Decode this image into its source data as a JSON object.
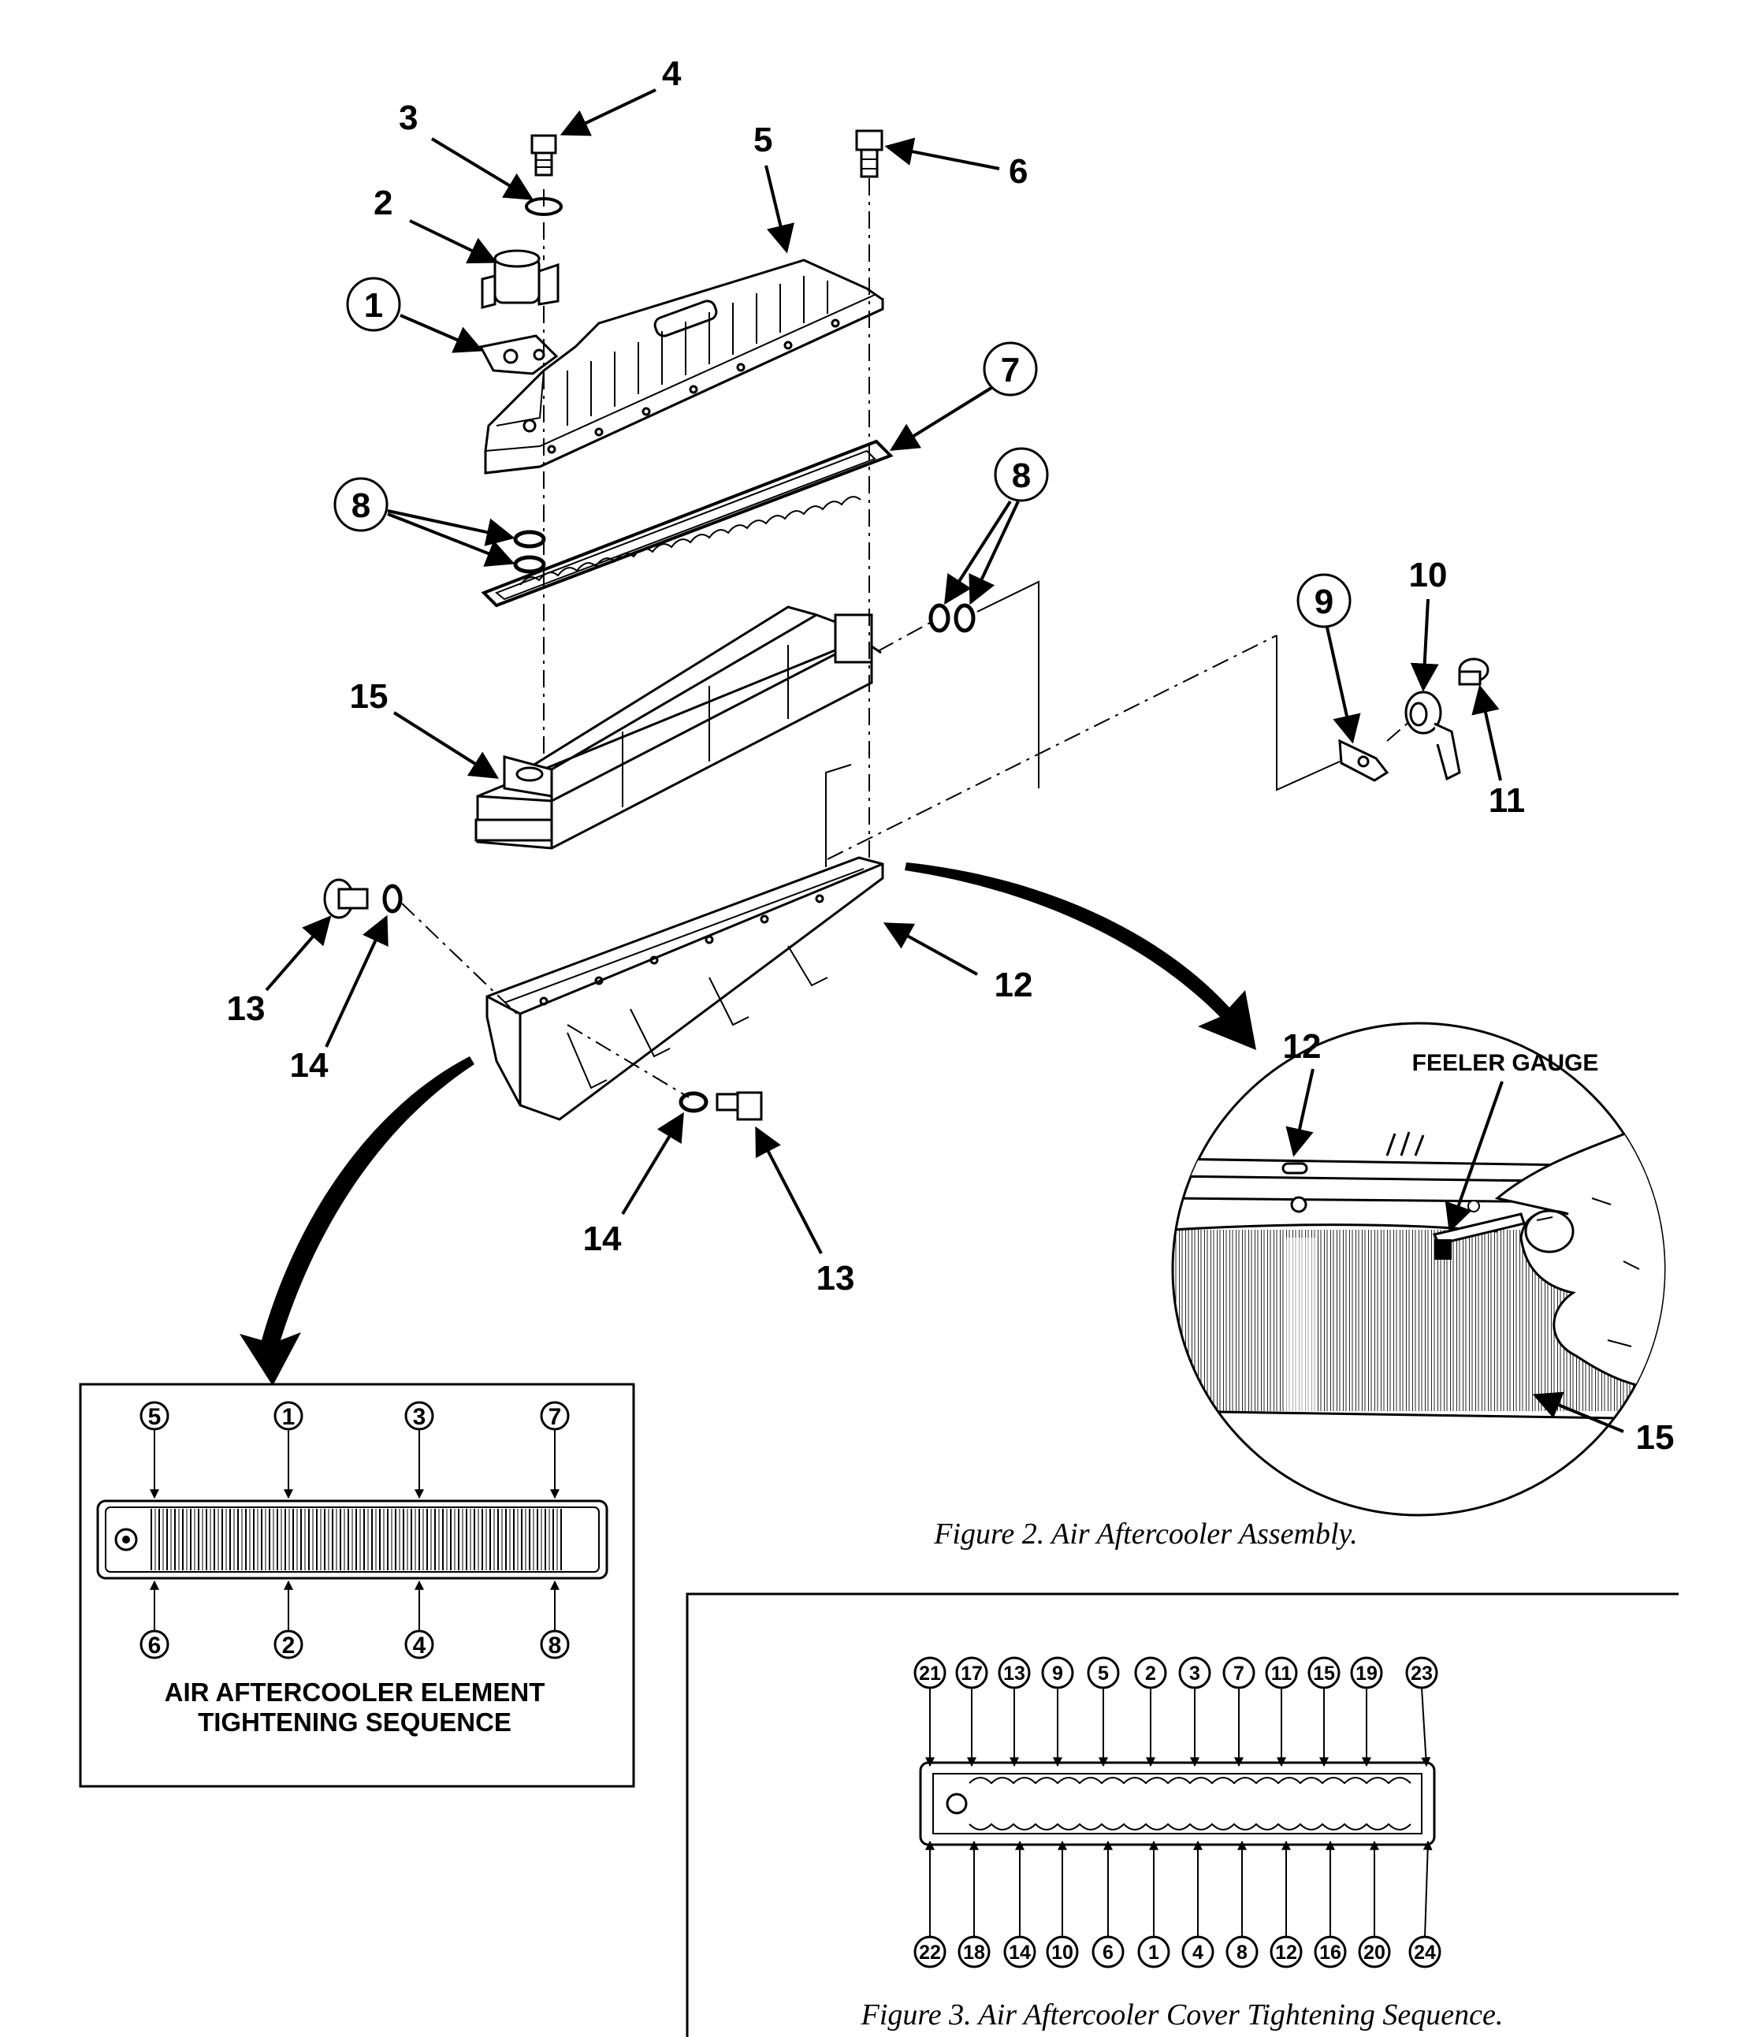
{
  "callouts": {
    "c1": "1",
    "c2": "2",
    "c3": "3",
    "c4": "4",
    "c5": "5",
    "c6": "6",
    "c7": "7",
    "c8a": "8",
    "c8b": "8",
    "c9": "9",
    "c10": "10",
    "c11": "11",
    "c12a": "12",
    "c13a": "13",
    "c13b": "13",
    "c14a": "14",
    "c14b": "14",
    "c15": "15"
  },
  "detail": {
    "part_label": "12",
    "gauge_label": "FEELER GAUGE",
    "element_label": "15"
  },
  "element_sequence": {
    "top": [
      "5",
      "1",
      "3",
      "7"
    ],
    "bottom": [
      "6",
      "2",
      "4",
      "8"
    ],
    "title_line1": "AIR AFTERCOOLER ELEMENT",
    "title_line2": "TIGHTENING SEQUENCE"
  },
  "cover_sequence": {
    "top": [
      "21",
      "17",
      "13",
      "9",
      "5",
      "2",
      "3",
      "7",
      "11",
      "15",
      "19",
      "23"
    ],
    "bottom": [
      "22",
      "18",
      "14",
      "10",
      "6",
      "1",
      "4",
      "8",
      "12",
      "16",
      "20",
      "24"
    ]
  },
  "captions": {
    "figure2": "Figure 2. Air Aftercooler Assembly.",
    "figure3": "Figure 3. Air Aftercooler Cover Tightening Sequence."
  }
}
